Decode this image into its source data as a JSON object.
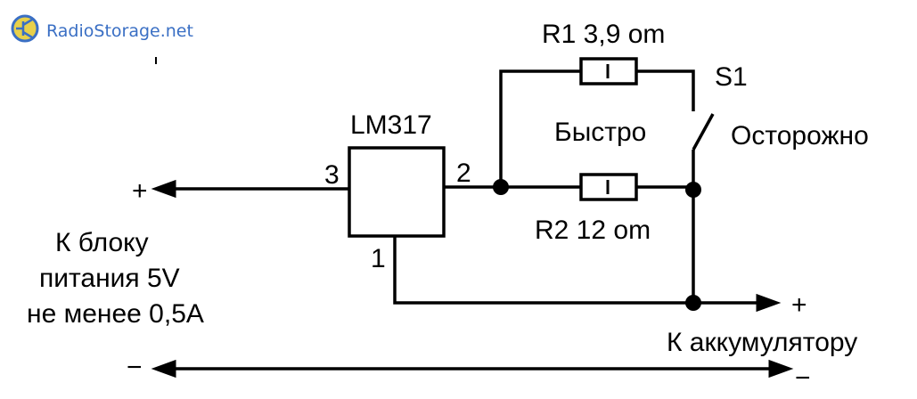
{
  "watermark": {
    "text": "RadioStorage.net",
    "brand_color": "#3a6fc4"
  },
  "components": {
    "ic": {
      "name": "LM317",
      "pin_in": "3",
      "pin_out": "2",
      "pin_adj": "1"
    },
    "r1": {
      "label": "R1 3,9 om"
    },
    "r2": {
      "label": "R2 12 om"
    },
    "switch": {
      "label": "S1",
      "fast": "Быстро",
      "careful": "Осторожно"
    }
  },
  "connections": {
    "input_plus": "+",
    "output_plus": "+",
    "minus_left": "−",
    "minus_right": "−",
    "supply_lines": [
      "К блоку",
      "питания 5V",
      "не менее 0,5А"
    ],
    "battery": "К аккумулятору"
  },
  "colors": {
    "wire": "#000000",
    "background": "#ffffff"
  }
}
